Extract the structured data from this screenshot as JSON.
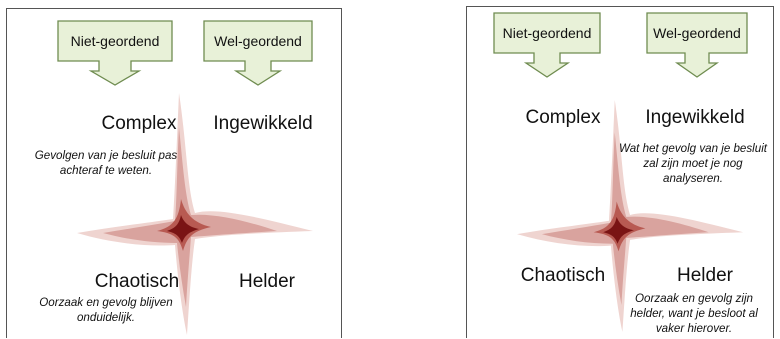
{
  "diagrams": [
    {
      "label_unordered": "Niet-geordend",
      "label_ordered": "Wel-geordend",
      "quadrants": {
        "complex": {
          "title": "Complex",
          "description": "Gevolgen van je besluit pas achteraf te weten."
        },
        "complicated": {
          "title": "Ingewikkeld",
          "description": ""
        },
        "chaotic": {
          "title": "Chaotisch",
          "description": "Oorzaak en gevolg blijven onduidelijk."
        },
        "clear": {
          "title": "Helder",
          "description": ""
        }
      }
    },
    {
      "label_unordered": "Niet-geordend",
      "label_ordered": "Wel-geordend",
      "quadrants": {
        "complex": {
          "title": "Complex",
          "description": ""
        },
        "complicated": {
          "title": "Ingewikkeld",
          "description": "Wat het gevolg van je besluit zal zijn moet je nog analyseren."
        },
        "chaotic": {
          "title": "Chaotisch",
          "description": ""
        },
        "clear": {
          "title": "Helder",
          "description": "Oorzaak en gevolg zijn helder, want je besloot al vaker hierover."
        }
      }
    }
  ],
  "colors": {
    "callout_fill": "#e8f1d8",
    "callout_stroke": "#6f8c50",
    "star_outer": "#efd4d0",
    "star_mid": "#b85a52",
    "star_core": "#7a1414"
  }
}
